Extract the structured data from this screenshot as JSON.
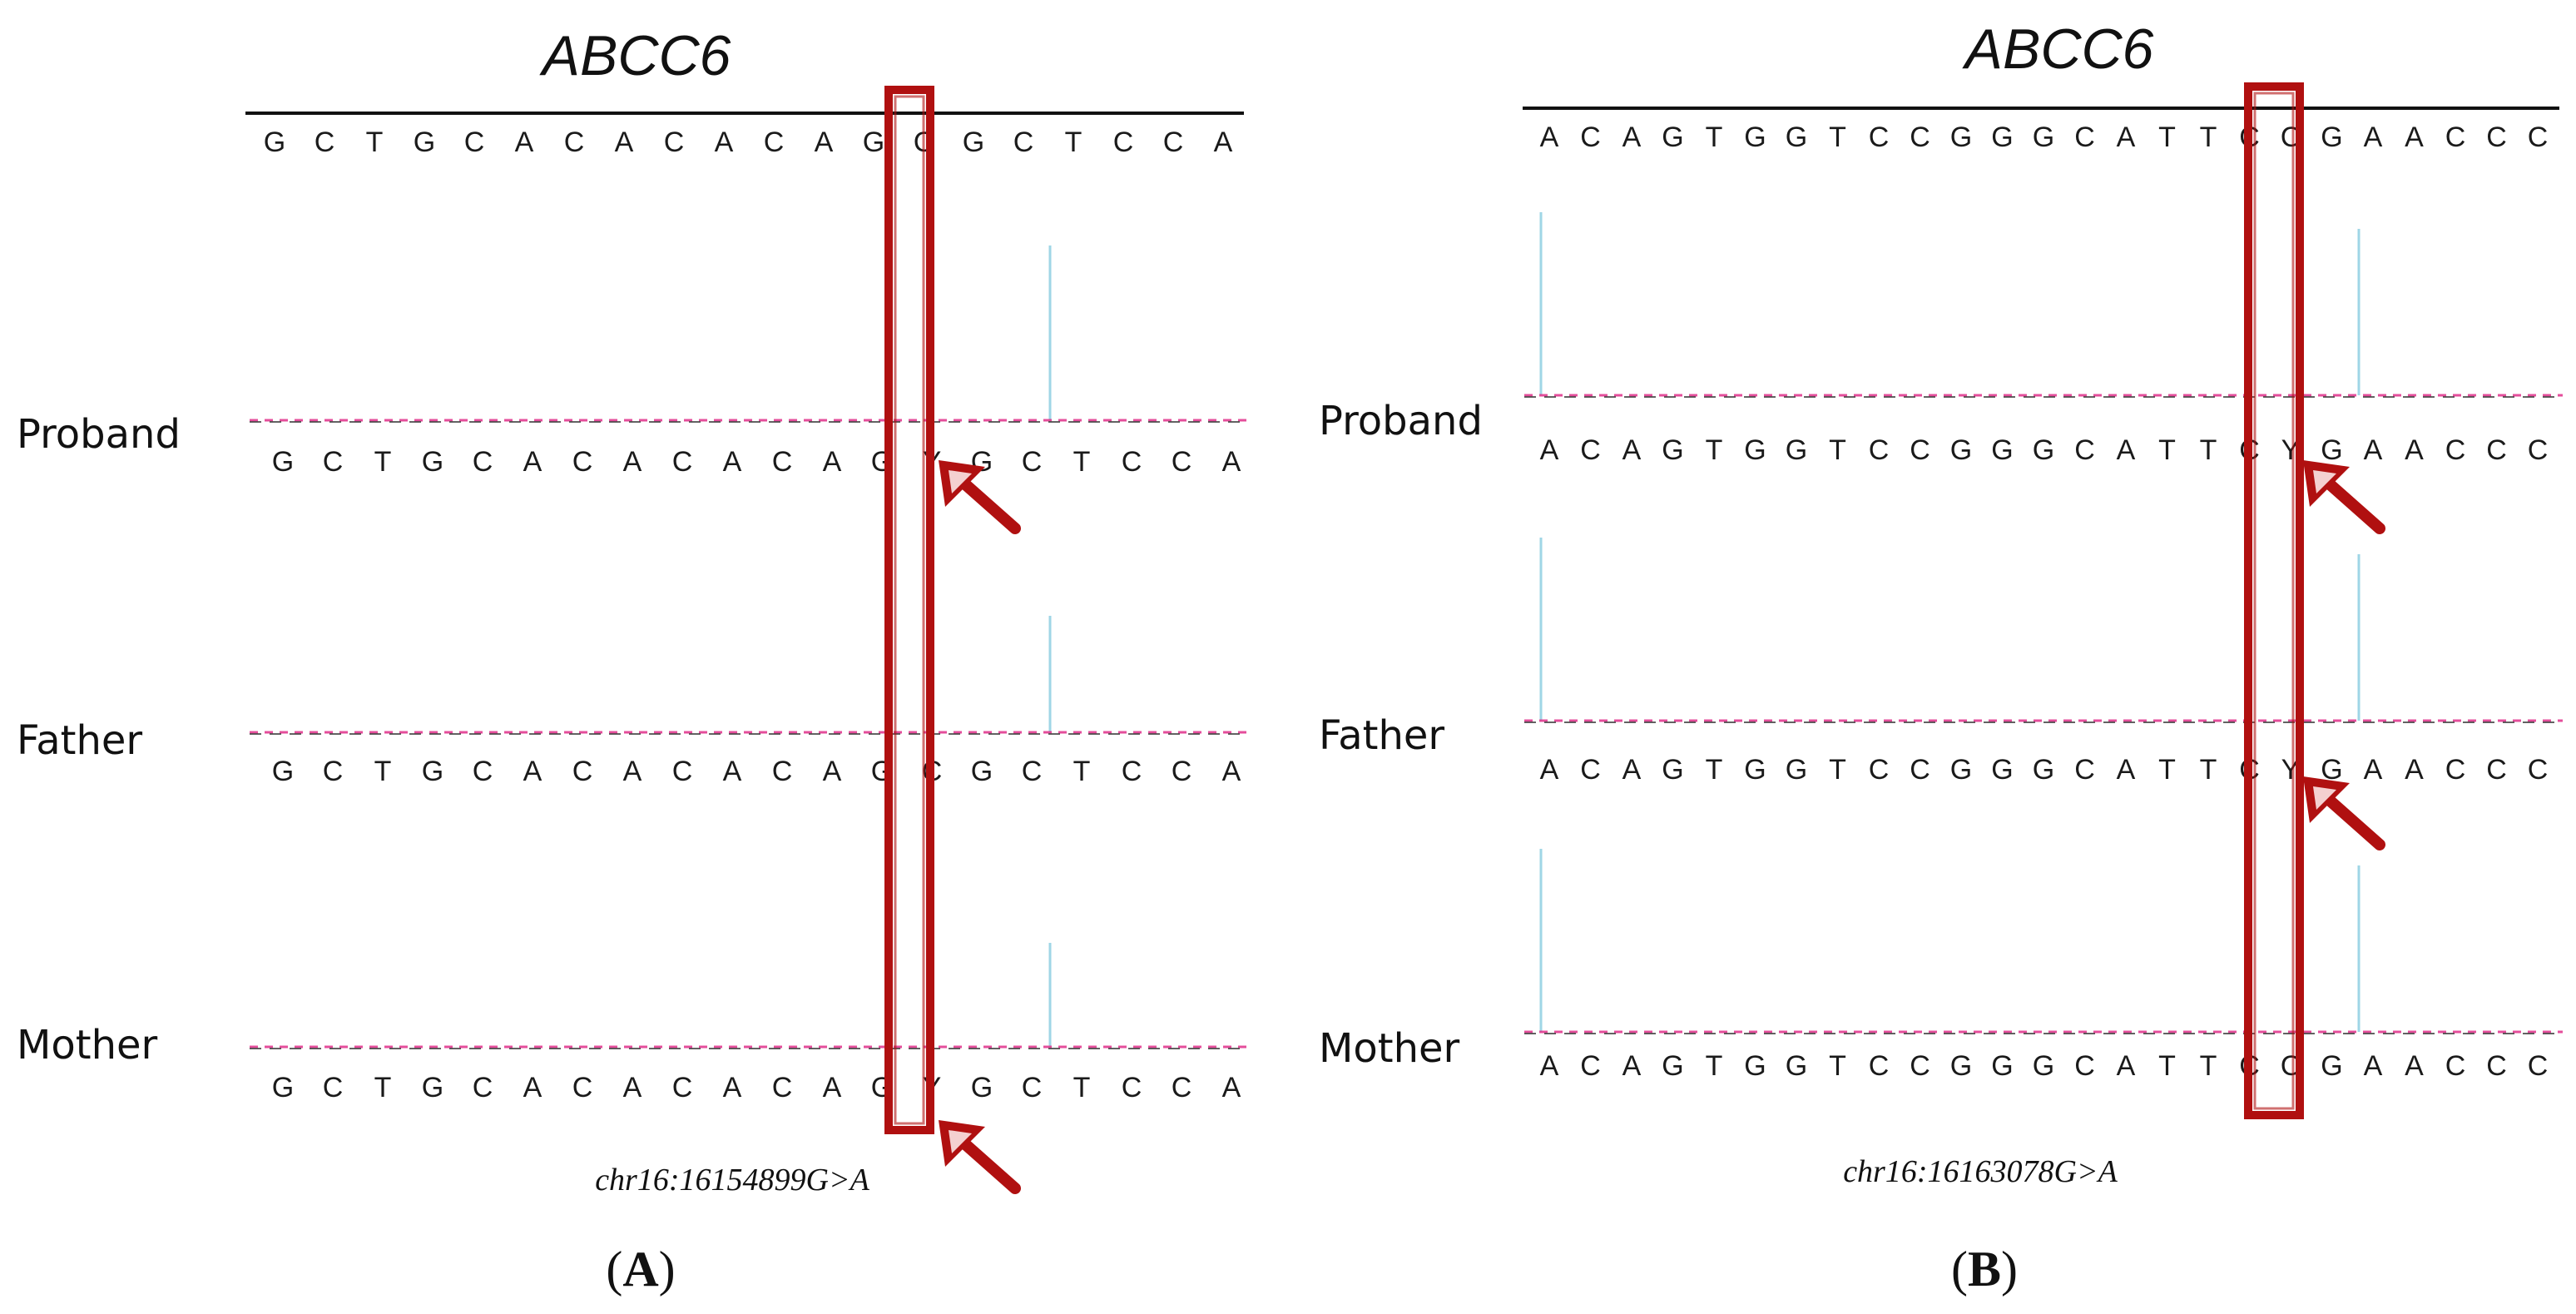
{
  "colors": {
    "A": "#22a83a",
    "C": "#2a2ab8",
    "G": "#222222",
    "T": "#e0308a",
    "highlight": "#b01010",
    "guide": "#9fd6e6"
  },
  "panels": [
    {
      "id": "A",
      "gene": "ABCC6",
      "reference": "GCTGCACACACAGCGCTCCA",
      "variant": "chr16:16154899G>A",
      "letter": "A",
      "mutIndex": 13,
      "rows": [
        {
          "label": "Proband",
          "seq": "GCTGCACACACAGYGCTCCA",
          "het": true
        },
        {
          "label": "Father",
          "seq": "GCTGCACACACAGCGCTCCA",
          "het": false
        },
        {
          "label": "Mother",
          "seq": "GCTGCACACACAGYGCTCCA",
          "het": true
        }
      ]
    },
    {
      "id": "B",
      "gene": "ABCC6",
      "reference": "ACAGTGGTCCGGGCATTCCGAACCC",
      "variant": "chr16:16163078G>A",
      "letter": "B",
      "mutIndex": 18,
      "rows": [
        {
          "label": "Proband",
          "seq": "ACAGTGGTCCGGGCATTCYGAACCC",
          "het": true
        },
        {
          "label": "Father",
          "seq": "ACAGTGGTCCGGGCATTCYGAACCC",
          "het": true
        },
        {
          "label": "Mother",
          "seq": "ACAGTGGTCCGGGCATTCCGAACCC",
          "het": false
        }
      ]
    }
  ]
}
